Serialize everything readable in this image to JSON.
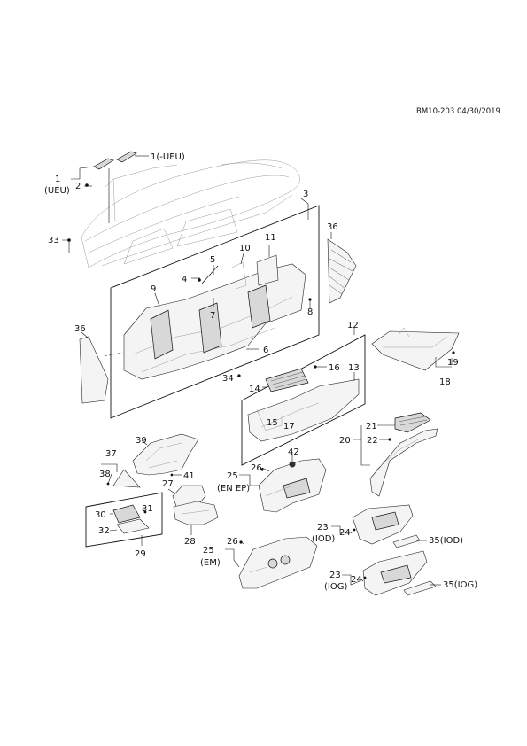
{
  "document": {
    "id": "BM10-203 04/30/2019"
  },
  "callouts": [
    {
      "id": "c1",
      "text": "1"
    },
    {
      "id": "c1b",
      "text": "(UEU)"
    },
    {
      "id": "c1ueu",
      "text": "1(-UEU)"
    },
    {
      "id": "c2",
      "text": "2"
    },
    {
      "id": "c3",
      "text": "3"
    },
    {
      "id": "c33",
      "text": "33"
    },
    {
      "id": "c36a",
      "text": "36"
    },
    {
      "id": "c11",
      "text": "11"
    },
    {
      "id": "c10",
      "text": "10"
    },
    {
      "id": "c5",
      "text": "5"
    },
    {
      "id": "c4",
      "text": "4"
    },
    {
      "id": "c9",
      "text": "9"
    },
    {
      "id": "c7",
      "text": "7"
    },
    {
      "id": "c8",
      "text": "8"
    },
    {
      "id": "c36b",
      "text": "36"
    },
    {
      "id": "c6",
      "text": "6"
    },
    {
      "id": "c34",
      "text": "34"
    },
    {
      "id": "c12",
      "text": "12"
    },
    {
      "id": "c16",
      "text": "16"
    },
    {
      "id": "c13",
      "text": "13"
    },
    {
      "id": "c14",
      "text": "14"
    },
    {
      "id": "c15",
      "text": "15"
    },
    {
      "id": "c17",
      "text": "17"
    },
    {
      "id": "c19",
      "text": "19"
    },
    {
      "id": "c18",
      "text": "18"
    },
    {
      "id": "c21",
      "text": "21"
    },
    {
      "id": "c20",
      "text": "20"
    },
    {
      "id": "c22",
      "text": "22"
    },
    {
      "id": "c39",
      "text": "39"
    },
    {
      "id": "c37",
      "text": "37"
    },
    {
      "id": "c38",
      "text": "38"
    },
    {
      "id": "c41",
      "text": "41"
    },
    {
      "id": "c27",
      "text": "27"
    },
    {
      "id": "c26a",
      "text": "26"
    },
    {
      "id": "c25a",
      "text": "25"
    },
    {
      "id": "cenep",
      "text": "(EN EP)"
    },
    {
      "id": "c42",
      "text": "42"
    },
    {
      "id": "c30",
      "text": "30"
    },
    {
      "id": "c31",
      "text": "31"
    },
    {
      "id": "c32",
      "text": "32"
    },
    {
      "id": "c29",
      "text": "29"
    },
    {
      "id": "c28",
      "text": "28"
    },
    {
      "id": "c26b",
      "text": "26"
    },
    {
      "id": "c25b",
      "text": "25"
    },
    {
      "id": "cem",
      "text": "(EM)"
    },
    {
      "id": "c23a",
      "text": "23"
    },
    {
      "id": "ciod",
      "text": "(IOD)"
    },
    {
      "id": "c24a",
      "text": "24"
    },
    {
      "id": "c35iod",
      "text": "35(IOD)"
    },
    {
      "id": "c23b",
      "text": "23"
    },
    {
      "id": "ciog",
      "text": "(IOG)"
    },
    {
      "id": "c24b",
      "text": "24"
    },
    {
      "id": "c35iog",
      "text": "35(IOG)"
    }
  ]
}
